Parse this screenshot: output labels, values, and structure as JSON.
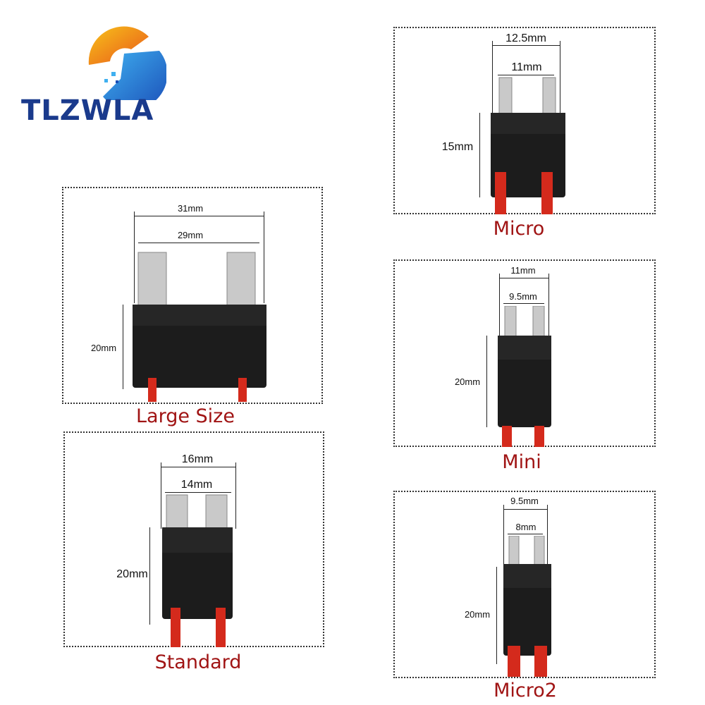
{
  "brand": {
    "name": "TLZWLA",
    "colors": {
      "text": "#1a3a8c",
      "accent_orange": "#f39a12",
      "accent_blue": "#1e90e0"
    }
  },
  "caption_color": "#a01414",
  "fuses": {
    "large": {
      "caption": "Large Size",
      "outer_width": "31mm",
      "inner_width": "29mm",
      "height": "20mm"
    },
    "standard": {
      "caption": "Standard",
      "outer_width": "16mm",
      "inner_width": "14mm",
      "height": "20mm"
    },
    "micro": {
      "caption": "Micro",
      "outer_width": "12.5mm",
      "inner_width": "11mm",
      "height": "15mm"
    },
    "mini": {
      "caption": "Mini",
      "outer_width": "11mm",
      "inner_width": "9.5mm",
      "height": "20mm"
    },
    "micro2": {
      "caption": "Micro2",
      "outer_width": "9.5mm",
      "inner_width": "8mm",
      "height": "20mm"
    }
  }
}
